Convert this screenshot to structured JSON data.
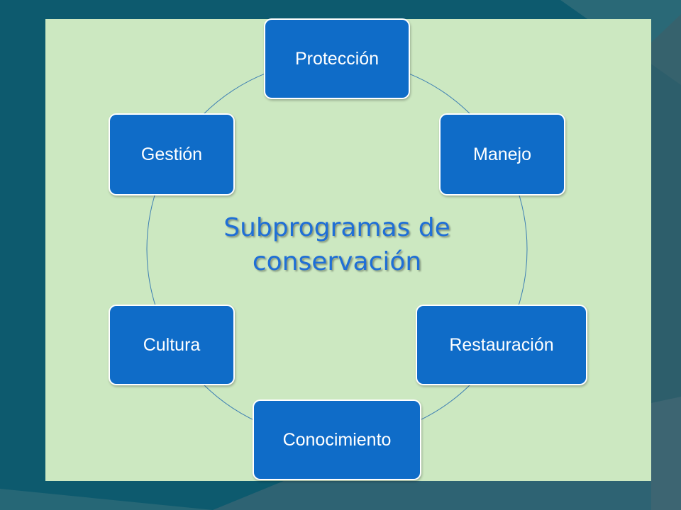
{
  "colors": {
    "background": "#0d5a6e",
    "panel": "#cce8c1",
    "node_fill": "#0f6cc8",
    "node_border": "#ffffff",
    "node_text": "#ffffff",
    "title_text": "#1f6fd6",
    "cycle_line": "#3d7fb3"
  },
  "diagram": {
    "title_lines": [
      "Subprogramas de",
      "conservación"
    ],
    "nodes": [
      {
        "id": "proteccion",
        "label": "Protección"
      },
      {
        "id": "manejo",
        "label": "Manejo"
      },
      {
        "id": "restauracion",
        "label": "Restauración"
      },
      {
        "id": "conocimiento",
        "label": "Conocimiento"
      },
      {
        "id": "cultura",
        "label": "Cultura"
      },
      {
        "id": "gestion",
        "label": "Gestión"
      }
    ]
  }
}
